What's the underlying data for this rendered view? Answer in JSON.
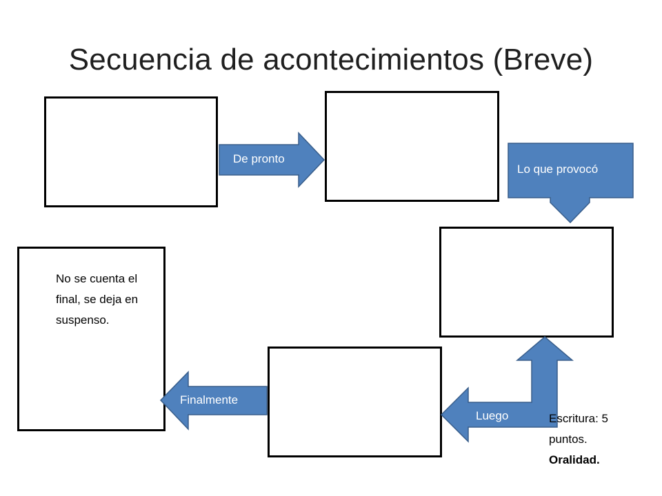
{
  "title": "Secuencia de acontecimientos (Breve)",
  "arrows": {
    "de_pronto": "De pronto",
    "lo_que_provoco": "Lo que provocó",
    "luego": "Luego",
    "finalmente": "Finalmente"
  },
  "box5_text": "No se cuenta el final, se deja en suspenso.",
  "note": {
    "line1": "Escritura: 5 puntos.",
    "line2": "Oralidad."
  },
  "colors": {
    "arrow_fill": "#4f81bd",
    "arrow_stroke": "#385d8a"
  }
}
